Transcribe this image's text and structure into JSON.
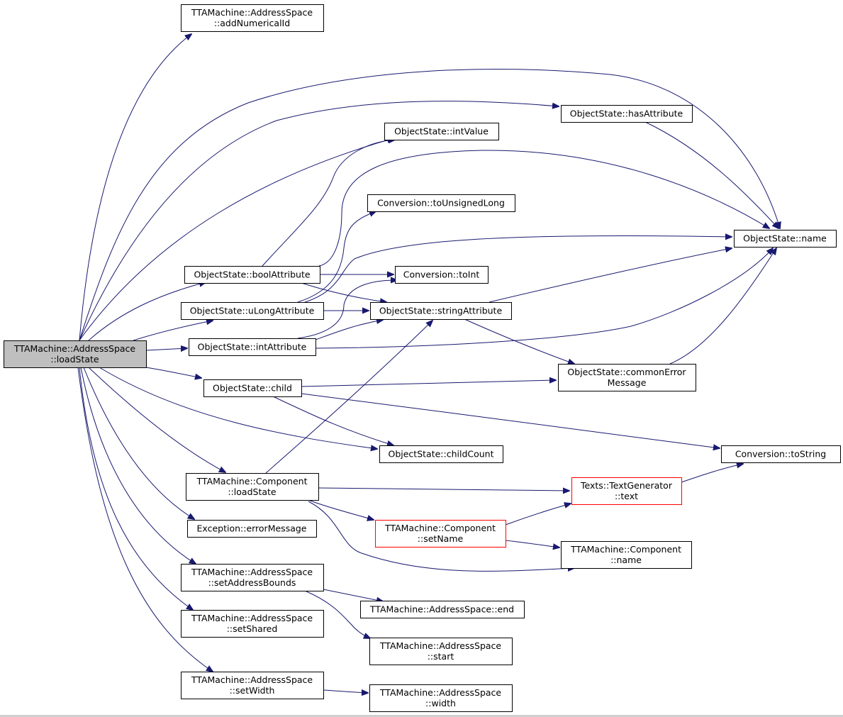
{
  "nodes": [
    {
      "id": "root",
      "lines": [
        "TTAMachine::AddressSpace",
        "::loadState"
      ],
      "style": "root"
    },
    {
      "id": "addNumericalId",
      "lines": [
        "TTAMachine::AddressSpace",
        "::addNumericalId"
      ],
      "style": "normal"
    },
    {
      "id": "hasAttribute",
      "lines": [
        "ObjectState::hasAttribute"
      ],
      "style": "normal"
    },
    {
      "id": "intValue",
      "lines": [
        "ObjectState::intValue"
      ],
      "style": "normal"
    },
    {
      "id": "toUnsignedLong",
      "lines": [
        "Conversion::toUnsignedLong"
      ],
      "style": "normal"
    },
    {
      "id": "osName",
      "lines": [
        "ObjectState::name"
      ],
      "style": "normal"
    },
    {
      "id": "boolAttribute",
      "lines": [
        "ObjectState::boolAttribute"
      ],
      "style": "normal"
    },
    {
      "id": "toInt",
      "lines": [
        "Conversion::toInt"
      ],
      "style": "normal"
    },
    {
      "id": "uLongAttribute",
      "lines": [
        "ObjectState::uLongAttribute"
      ],
      "style": "normal"
    },
    {
      "id": "stringAttribute",
      "lines": [
        "ObjectState::stringAttribute"
      ],
      "style": "normal"
    },
    {
      "id": "intAttribute",
      "lines": [
        "ObjectState::intAttribute"
      ],
      "style": "normal"
    },
    {
      "id": "commonError",
      "lines": [
        "ObjectState::commonError",
        "Message"
      ],
      "style": "normal"
    },
    {
      "id": "child",
      "lines": [
        "ObjectState::child"
      ],
      "style": "normal"
    },
    {
      "id": "childCount",
      "lines": [
        "ObjectState::childCount"
      ],
      "style": "normal"
    },
    {
      "id": "toString",
      "lines": [
        "Conversion::toString"
      ],
      "style": "normal"
    },
    {
      "id": "compLoadState",
      "lines": [
        "TTAMachine::Component",
        "::loadState"
      ],
      "style": "normal"
    },
    {
      "id": "textGen",
      "lines": [
        "Texts::TextGenerator",
        "::text"
      ],
      "style": "red"
    },
    {
      "id": "setName",
      "lines": [
        "TTAMachine::Component",
        "::setName"
      ],
      "style": "red"
    },
    {
      "id": "errorMessage",
      "lines": [
        "Exception::errorMessage"
      ],
      "style": "normal"
    },
    {
      "id": "compName",
      "lines": [
        "TTAMachine::Component",
        "::name"
      ],
      "style": "normal"
    },
    {
      "id": "setAddressBounds",
      "lines": [
        "TTAMachine::AddressSpace",
        "::setAddressBounds"
      ],
      "style": "normal"
    },
    {
      "id": "asEnd",
      "lines": [
        "TTAMachine::AddressSpace::end"
      ],
      "style": "normal"
    },
    {
      "id": "setShared",
      "lines": [
        "TTAMachine::AddressSpace",
        "::setShared"
      ],
      "style": "normal"
    },
    {
      "id": "asStart",
      "lines": [
        "TTAMachine::AddressSpace",
        "::start"
      ],
      "style": "normal"
    },
    {
      "id": "setWidth",
      "lines": [
        "TTAMachine::AddressSpace",
        "::setWidth"
      ],
      "style": "normal"
    },
    {
      "id": "asWidth",
      "lines": [
        "TTAMachine::AddressSpace",
        "::width"
      ],
      "style": "normal"
    }
  ],
  "edges": [
    [
      "root",
      "addNumericalId"
    ],
    [
      "root",
      "osName"
    ],
    [
      "root",
      "hasAttribute"
    ],
    [
      "root",
      "intValue"
    ],
    [
      "root",
      "boolAttribute"
    ],
    [
      "root",
      "uLongAttribute"
    ],
    [
      "root",
      "intAttribute"
    ],
    [
      "root",
      "child"
    ],
    [
      "root",
      "childCount"
    ],
    [
      "root",
      "compLoadState"
    ],
    [
      "root",
      "errorMessage"
    ],
    [
      "root",
      "setAddressBounds"
    ],
    [
      "root",
      "setShared"
    ],
    [
      "root",
      "setWidth"
    ],
    [
      "hasAttribute",
      "osName"
    ],
    [
      "boolAttribute",
      "intValue"
    ],
    [
      "boolAttribute",
      "osName"
    ],
    [
      "boolAttribute",
      "toInt"
    ],
    [
      "boolAttribute",
      "stringAttribute"
    ],
    [
      "uLongAttribute",
      "toUnsignedLong"
    ],
    [
      "uLongAttribute",
      "osName"
    ],
    [
      "uLongAttribute",
      "stringAttribute"
    ],
    [
      "intAttribute",
      "toInt"
    ],
    [
      "intAttribute",
      "stringAttribute"
    ],
    [
      "intAttribute",
      "osName"
    ],
    [
      "stringAttribute",
      "osName"
    ],
    [
      "stringAttribute",
      "commonError"
    ],
    [
      "commonError",
      "osName"
    ],
    [
      "child",
      "commonError"
    ],
    [
      "child",
      "childCount"
    ],
    [
      "child",
      "toString"
    ],
    [
      "compLoadState",
      "stringAttribute"
    ],
    [
      "compLoadState",
      "textGen"
    ],
    [
      "compLoadState",
      "setName"
    ],
    [
      "compLoadState",
      "compName"
    ],
    [
      "setName",
      "textGen"
    ],
    [
      "setName",
      "compName"
    ],
    [
      "textGen",
      "toString"
    ],
    [
      "setAddressBounds",
      "asEnd"
    ],
    [
      "setAddressBounds",
      "asStart"
    ],
    [
      "setWidth",
      "asWidth"
    ]
  ]
}
